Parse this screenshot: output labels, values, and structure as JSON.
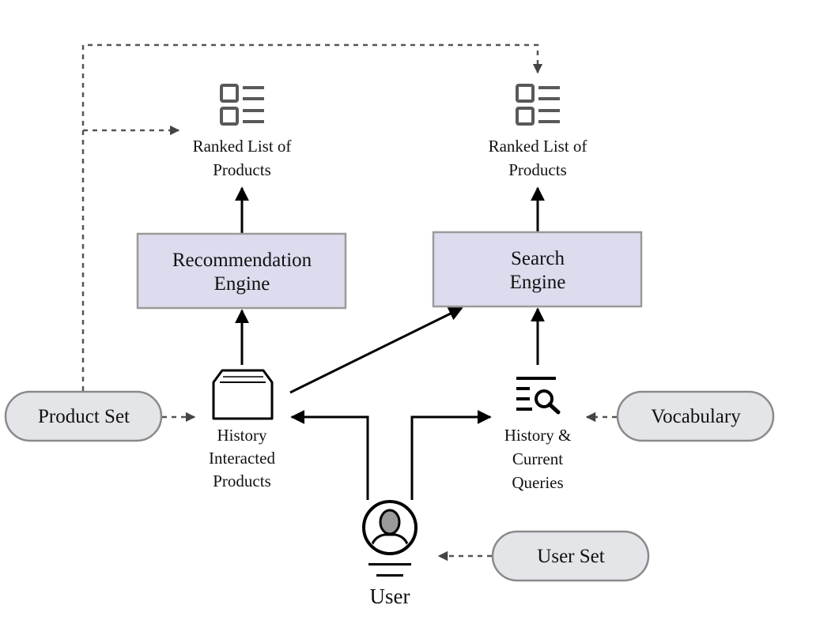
{
  "nodes": {
    "ranked_left": {
      "line1": "Ranked List of",
      "line2": "Products"
    },
    "ranked_right": {
      "line1": "Ranked List of",
      "line2": "Products"
    },
    "rec_engine": {
      "line1": "Recommendation",
      "line2": "Engine"
    },
    "search_engine": {
      "line1": "Search",
      "line2": "Engine"
    },
    "history_products": {
      "line1": "History",
      "line2": "Interacted",
      "line3": "Products"
    },
    "history_queries": {
      "line1": "History &",
      "line2": "Current",
      "line3": "Queries"
    },
    "product_set": {
      "label": "Product Set"
    },
    "vocabulary": {
      "label": "Vocabulary"
    },
    "user_set": {
      "label": "User Set"
    },
    "user": {
      "label": "User"
    }
  },
  "icons": {
    "ranked_list": "list-icon",
    "history_products": "box-icon",
    "history_queries": "search-list-icon",
    "user": "user-icon"
  },
  "colors": {
    "engine_fill": "#dcdcee",
    "pill_fill": "#e4e5e9",
    "icon_gray": "#595959"
  }
}
